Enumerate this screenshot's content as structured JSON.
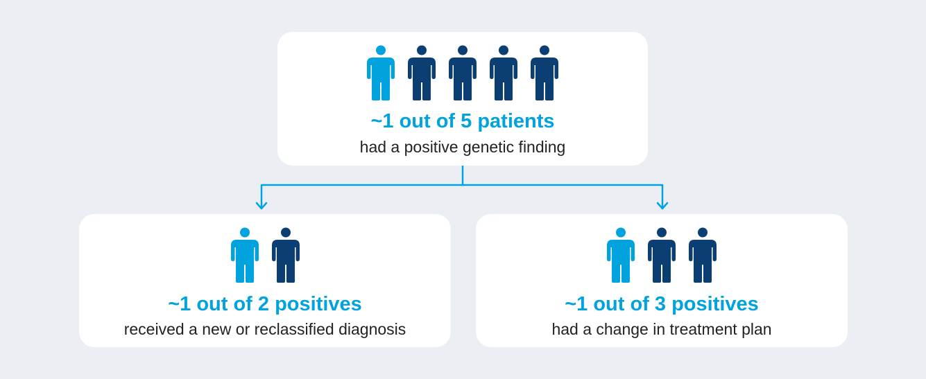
{
  "colors": {
    "background": "#ebeff3",
    "card": "#ffffff",
    "highlight": "#00a3de",
    "dark_figure": "#0b3f73",
    "light_figure": "#00a3de",
    "connector": "#00a3de",
    "subtext": "#222222"
  },
  "top_box": {
    "headline": "~1 out of 5 patients",
    "subtext": "had a positive genetic finding",
    "figures": {
      "highlighted": 1,
      "total": 5
    }
  },
  "left_box": {
    "headline": "~1 out of 2 positives",
    "subtext": "received a new or reclassified diagnosis",
    "figures": {
      "highlighted": 1,
      "total": 2
    }
  },
  "right_box": {
    "headline": "~1 out of 3 positives",
    "subtext": "had a change in treatment plan",
    "figures": {
      "highlighted": 1,
      "total": 3
    }
  },
  "icon": "person-icon"
}
